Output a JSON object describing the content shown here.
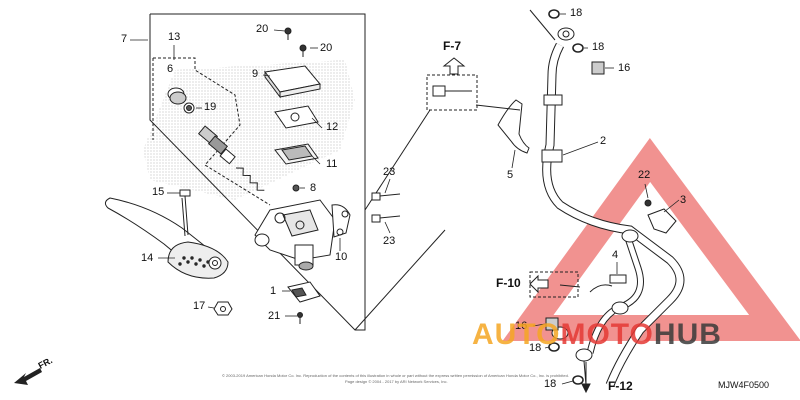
{
  "callouts": {
    "n1": "1",
    "n2": "2",
    "n3": "3",
    "n4": "4",
    "n5": "5",
    "n6": "6",
    "n7": "7",
    "n8": "8",
    "n9": "9",
    "n10": "10",
    "n11": "11",
    "n12": "12",
    "n13": "13",
    "n14": "14",
    "n15": "15",
    "n16a": "16",
    "n16b": "16",
    "n17": "17",
    "n18a": "18",
    "n18b": "18",
    "n18c": "18",
    "n18d": "18",
    "n19": "19",
    "n20a": "20",
    "n20b": "20",
    "n21": "21",
    "n22": "22",
    "n23a": "23",
    "n23b": "23"
  },
  "refs": {
    "f7": "F-7",
    "f10": "F-10",
    "f12": "F-12"
  },
  "direction": "FR.",
  "diagram_code": "MJW4F0500",
  "copyright": {
    "line1": "© 2003-2019 American Honda Motor Co. Inc. Reproduction of the contents of this illustration in whole or part without the express written permission of American Honda Motor Co., Inc. is prohibited.",
    "line2": "Page design © 2004 - 2017 by ARI Network Services, Inc."
  },
  "watermark": {
    "part1": "AUTO",
    "part2": "MOTO",
    "part3": "HUB"
  },
  "colors": {
    "watermark_red": "#e53935",
    "watermark_orange": "#f5a623",
    "watermark_dark": "#3a3a3a",
    "line": "#222222"
  }
}
